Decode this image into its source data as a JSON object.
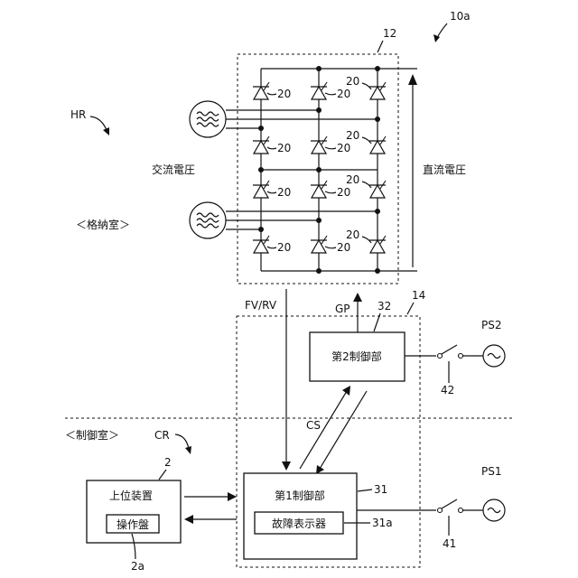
{
  "labels": {
    "fig_ref": "10a",
    "converter_ref": "12",
    "control_unit_ref": "14",
    "hall_ref": "HR",
    "control_room_ref": "CR",
    "thyristor_ref": "20",
    "ac_voltage": "交流電圧",
    "dc_voltage": "直流電圧",
    "storage_room": "＜格納室＞",
    "control_room": "＜制御室＞",
    "fv_rv": "FV/RV",
    "gp": "GP",
    "cs": "CS",
    "second_controller": "第2制御部",
    "second_controller_ref": "32",
    "first_controller": "第1制御部",
    "first_controller_ref": "31",
    "fault_display": "故障表示器",
    "fault_display_ref": "31a",
    "host_device": "上位装置",
    "host_device_ref": "2",
    "operation_panel": "操作盤",
    "operation_panel_ref": "2a",
    "ps1": "PS1",
    "ps2": "PS2",
    "switch1_ref": "41",
    "switch2_ref": "42"
  }
}
